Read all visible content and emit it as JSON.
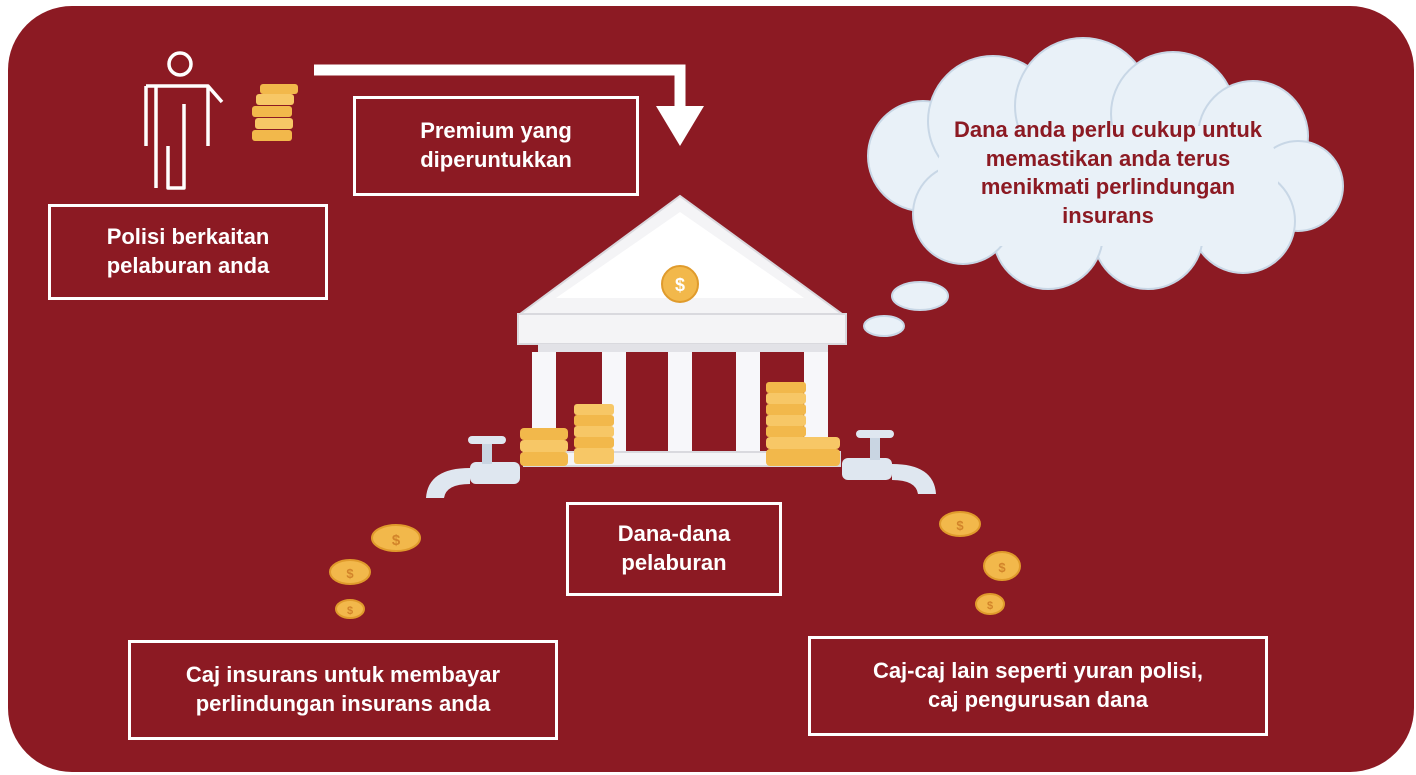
{
  "colors": {
    "background": "#8c1a23",
    "frame_outline": "#1a1a1a",
    "text": "#ffffff",
    "cloud_text": "#8c1a23",
    "coin": "#f2b84b",
    "bank": "#f4f4f6"
  },
  "labels": {
    "policy": [
      "Polisi berkaitan",
      "pelaburan anda"
    ],
    "premium": [
      "Premium yang",
      "diperuntukkan"
    ],
    "funds": [
      "Dana-dana",
      "pelaburan"
    ],
    "insurance_charge": [
      "Caj insurans untuk membayar",
      "perlindungan insurans anda"
    ],
    "other_charges": [
      "Caj-caj lain seperti yuran polisi,",
      "caj pengurusan dana"
    ]
  },
  "cloud": {
    "lines": [
      "Dana anda perlu cukup untuk",
      "memastikan anda terus",
      "menikmati perlindungan",
      "insurans"
    ]
  },
  "icons": {
    "person": "person-icon",
    "coin_stack": "coin-stack-icon",
    "arrow": "arrow-down-icon",
    "bank": "bank-icon",
    "tap": "tap-icon",
    "coin": "dollar-coin-icon",
    "cloud": "thought-cloud-icon"
  }
}
